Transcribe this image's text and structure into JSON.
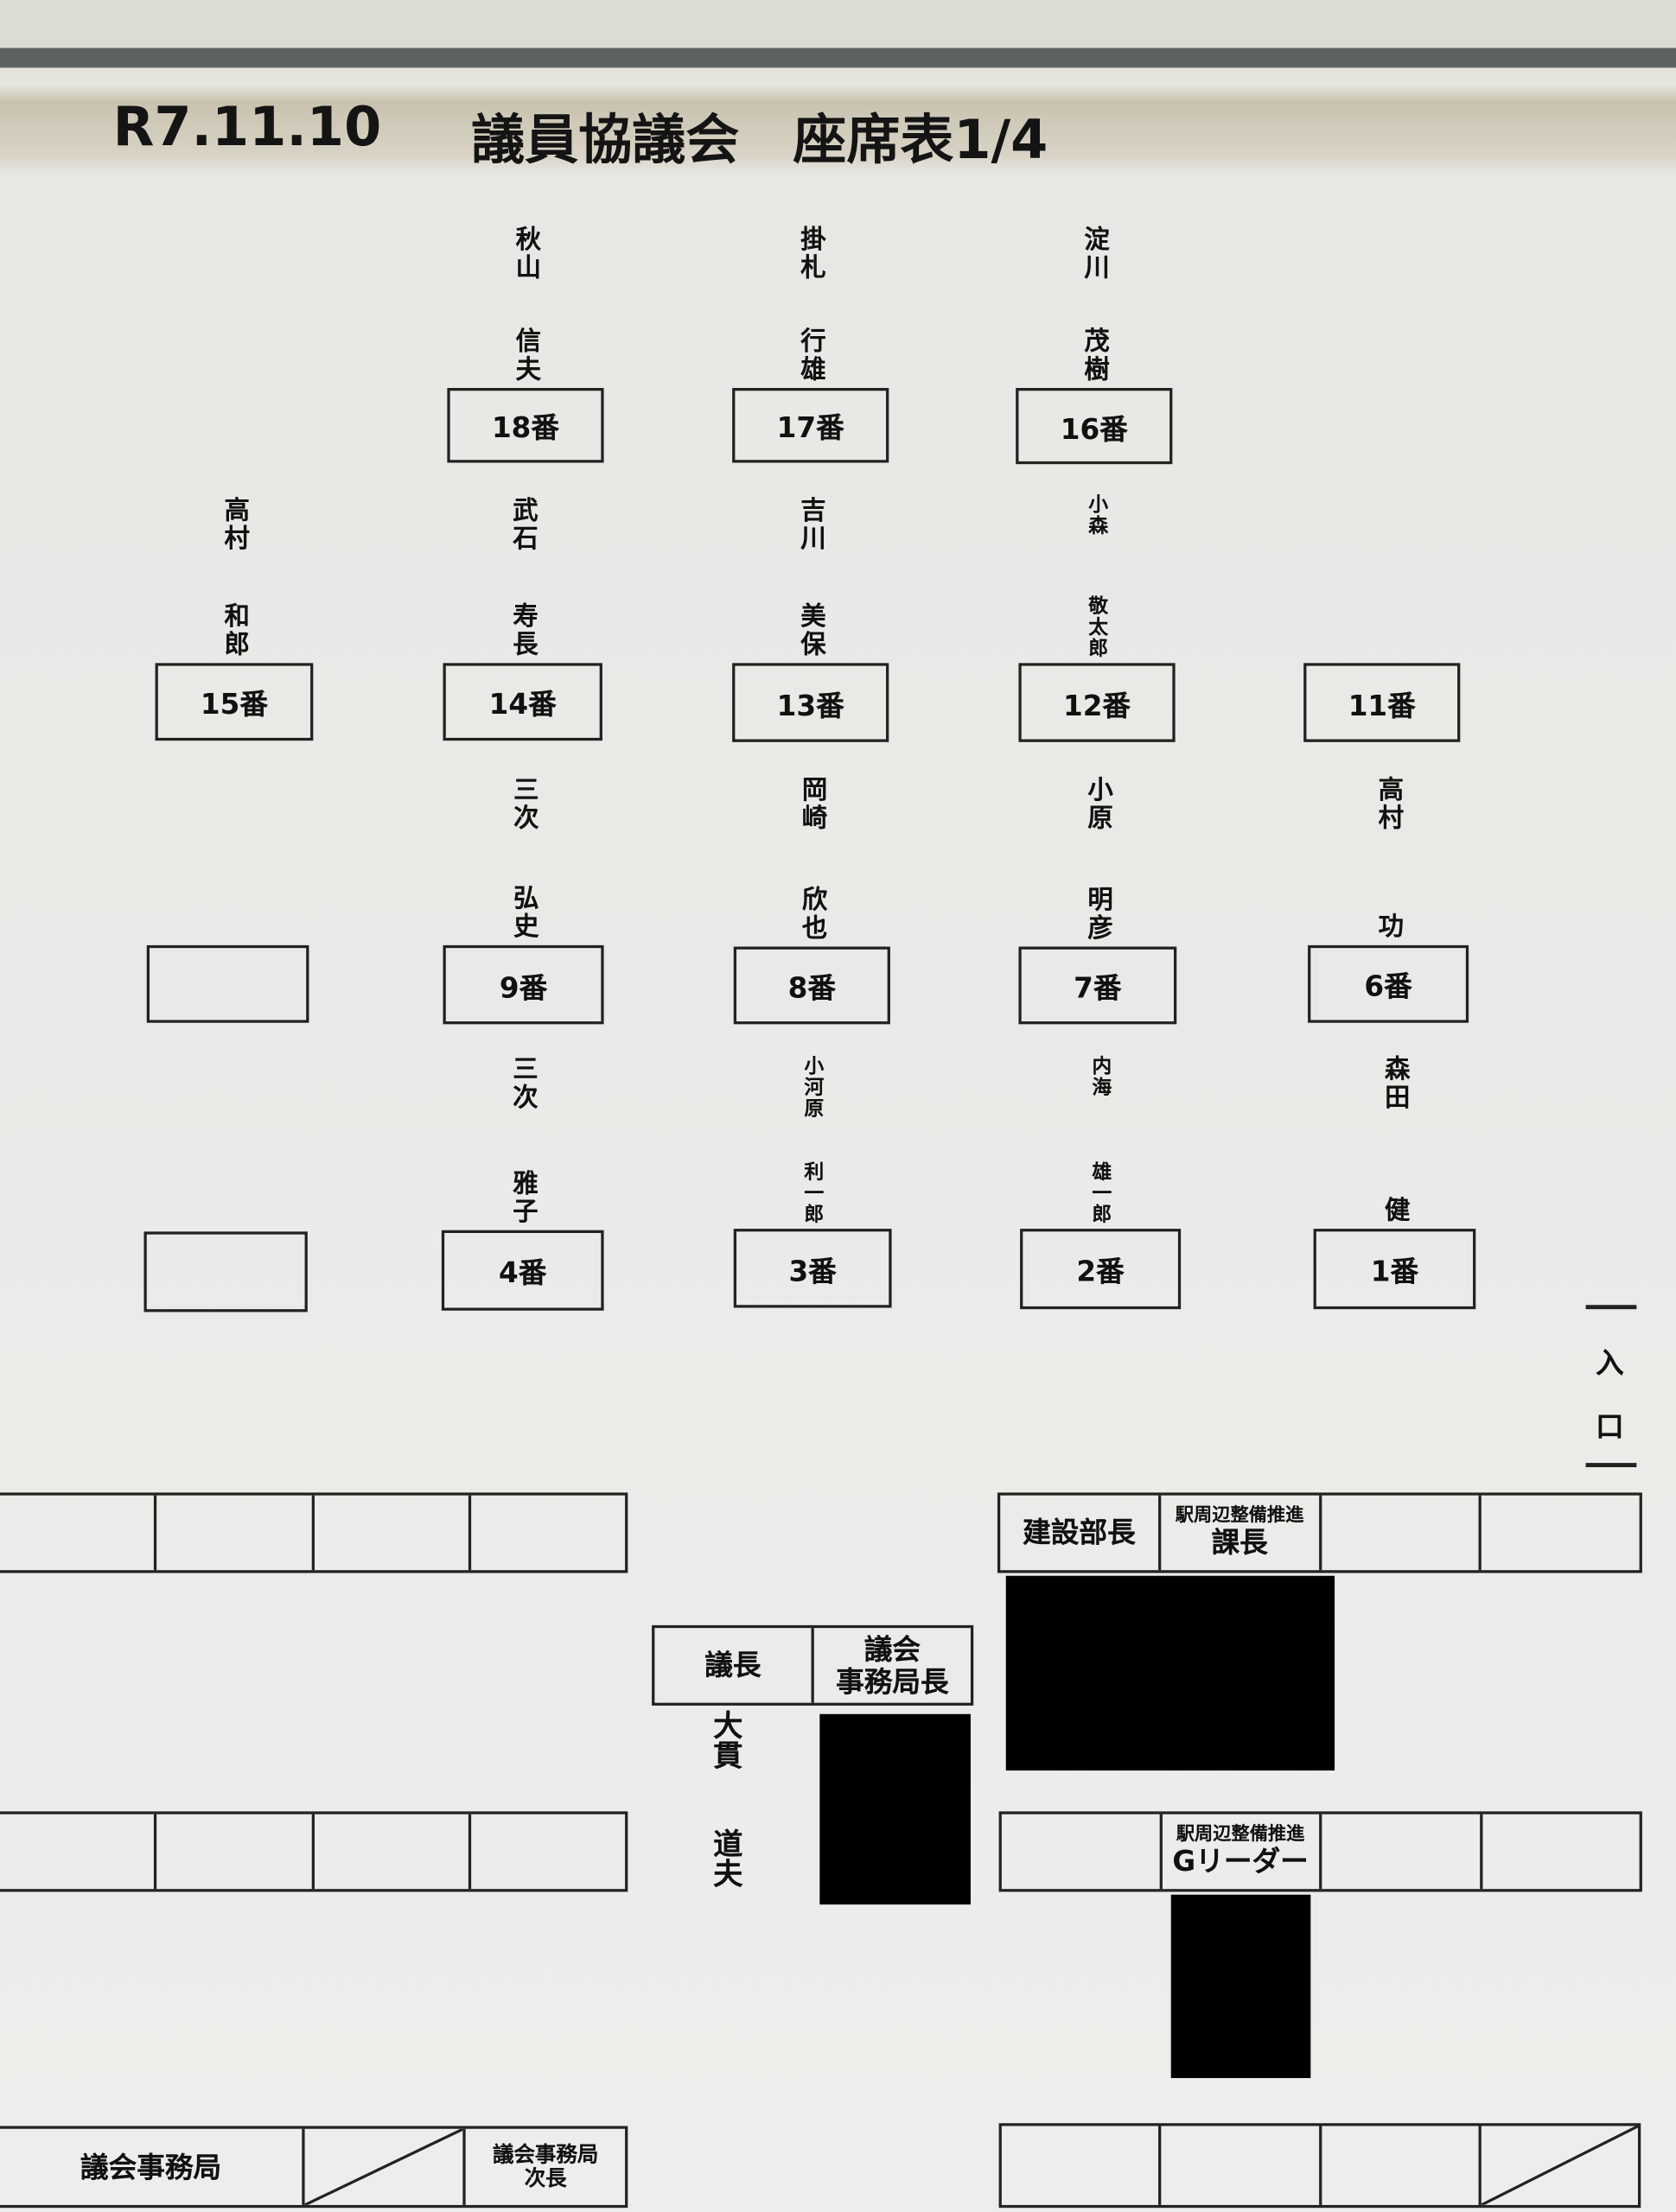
{
  "header": {
    "date": "R7.11.10",
    "title": "議員協議会　座席表1/4"
  },
  "seats": [
    {
      "number": "18番",
      "surname": "秋山",
      "given": "信夫"
    },
    {
      "number": "17番",
      "surname": "掛札",
      "given": "行雄"
    },
    {
      "number": "16番",
      "surname": "淀川",
      "given": "茂樹"
    },
    {
      "number": "15番",
      "surname": "高村",
      "given": "和郎"
    },
    {
      "number": "14番",
      "surname": "武石",
      "given": "寿長"
    },
    {
      "number": "13番",
      "surname": "吉川",
      "given": "美保"
    },
    {
      "number": "12番",
      "surname": "小森",
      "given": "敬太郎"
    },
    {
      "number": "11番",
      "surname": "",
      "given": ""
    },
    {
      "number": "",
      "surname": "",
      "given": ""
    },
    {
      "number": "9番",
      "surname": "三次",
      "given": "弘史"
    },
    {
      "number": "8番",
      "surname": "岡崎",
      "given": "欣也"
    },
    {
      "number": "7番",
      "surname": "小原",
      "given": "明彦"
    },
    {
      "number": "6番",
      "surname": "高村",
      "given": "功"
    },
    {
      "number": "",
      "surname": "",
      "given": ""
    },
    {
      "number": "4番",
      "surname": "三次",
      "given": "雅子"
    },
    {
      "number": "3番",
      "surname": "小河原",
      "given": "利一郎"
    },
    {
      "number": "2番",
      "surname": "内海",
      "given": "雄一郎"
    },
    {
      "number": "1番",
      "surname": "森田",
      "given": "健"
    }
  ],
  "entrance": {
    "char1": "入",
    "char2": "口"
  },
  "center_table": {
    "chair": "議長",
    "secretariat_head_line1": "議会",
    "secretariat_head_line2": "事務局長"
  },
  "chair_name": {
    "surname": "大貫",
    "given": "道夫"
  },
  "right_table_1": {
    "cell1": "建設部長",
    "cell2_small": "駅周辺整備推進",
    "cell2": "課長"
  },
  "right_table_2": {
    "cell2_small": "駅周辺整備推進",
    "cell2": "Gリーダー"
  },
  "bottom_left": {
    "cell1": "議会事務局",
    "cell3_line1": "議会事務局",
    "cell3_line2": "次長"
  }
}
